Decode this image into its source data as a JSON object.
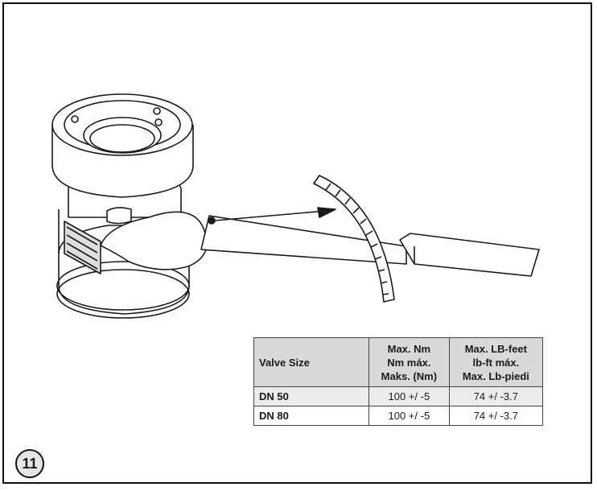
{
  "step_number": "11",
  "table": {
    "headers": {
      "valve_size": "Valve Size",
      "max_nm": [
        "Max. Nm",
        "Nm máx.",
        "Maks. (Nm)"
      ],
      "max_lbft": [
        "Max. LB-feet",
        "lb-ft máx.",
        "Max. Lb-piedi"
      ]
    },
    "rows": [
      {
        "size": "DN 50",
        "nm": "100 +/ -5",
        "lbft": "74 +/ -3.7"
      },
      {
        "size": "DN 80",
        "nm": "100 +/ -5",
        "lbft": "74 +/ -3.7"
      }
    ]
  },
  "illustration": {
    "subject": "valve-with-torque-wrench-icon",
    "line_color": "#1a1a1a"
  }
}
